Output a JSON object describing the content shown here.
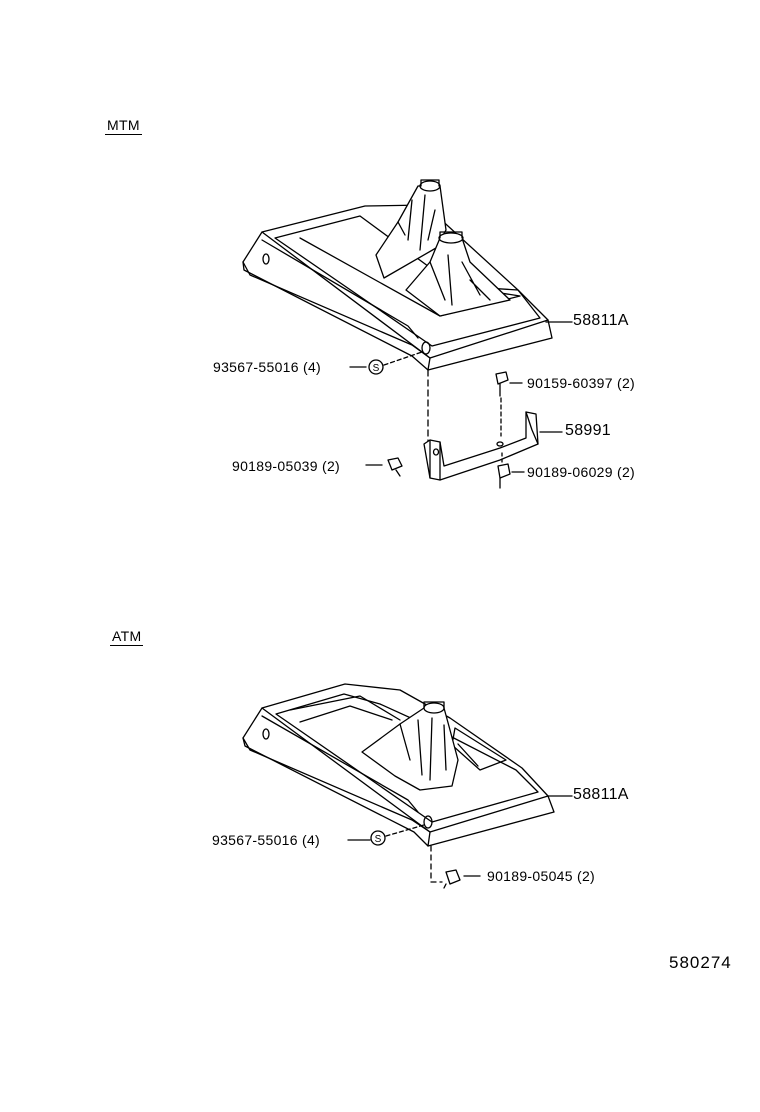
{
  "sections": [
    {
      "title": "MTM",
      "parts": {
        "console_box": "58811A",
        "bushing": "93567-55016 (4)",
        "screw_top": "90159-60397 (2)",
        "bracket": "58991",
        "screw_left": "90189-05039 (2)",
        "screw_right": "90189-06029 (2)"
      }
    },
    {
      "title": "ATM",
      "parts": {
        "console_box": "58811A",
        "bushing": "93567-55016 (4)",
        "screw": "90189-05045 (2)"
      }
    }
  ],
  "figure_number": "580274"
}
